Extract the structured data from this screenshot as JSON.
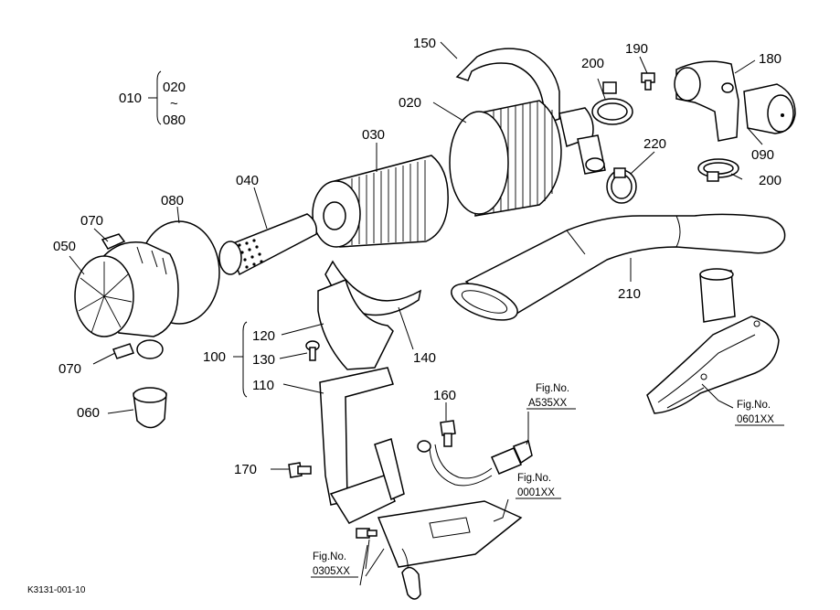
{
  "labels": {
    "p010": "010",
    "p020_range_top": "020",
    "p_range_tilde": "~",
    "p080_range_bottom": "080",
    "p020": "020",
    "p030": "030",
    "p040": "040",
    "p050": "050",
    "p060": "060",
    "p070_top": "070",
    "p070_bottom": "070",
    "p080": "080",
    "p090": "090",
    "p100": "100",
    "p110": "110",
    "p120": "120",
    "p130": "130",
    "p140": "140",
    "p150": "150",
    "p160": "160",
    "p170": "170",
    "p180": "180",
    "p190": "190",
    "p200_top": "200",
    "p200_right": "200",
    "p210": "210",
    "p220": "220"
  },
  "figure_refs": {
    "ref_a535": {
      "title": "Fig.No.",
      "number": "A535XX"
    },
    "ref_0001": {
      "title": "Fig.No.",
      "number": "0001XX"
    },
    "ref_0305": {
      "title": "Fig.No.",
      "number": "0305XX"
    },
    "ref_0601": {
      "title": "Fig.No.",
      "number": "0601XX"
    }
  },
  "drawing_code": "K3131-001-10"
}
